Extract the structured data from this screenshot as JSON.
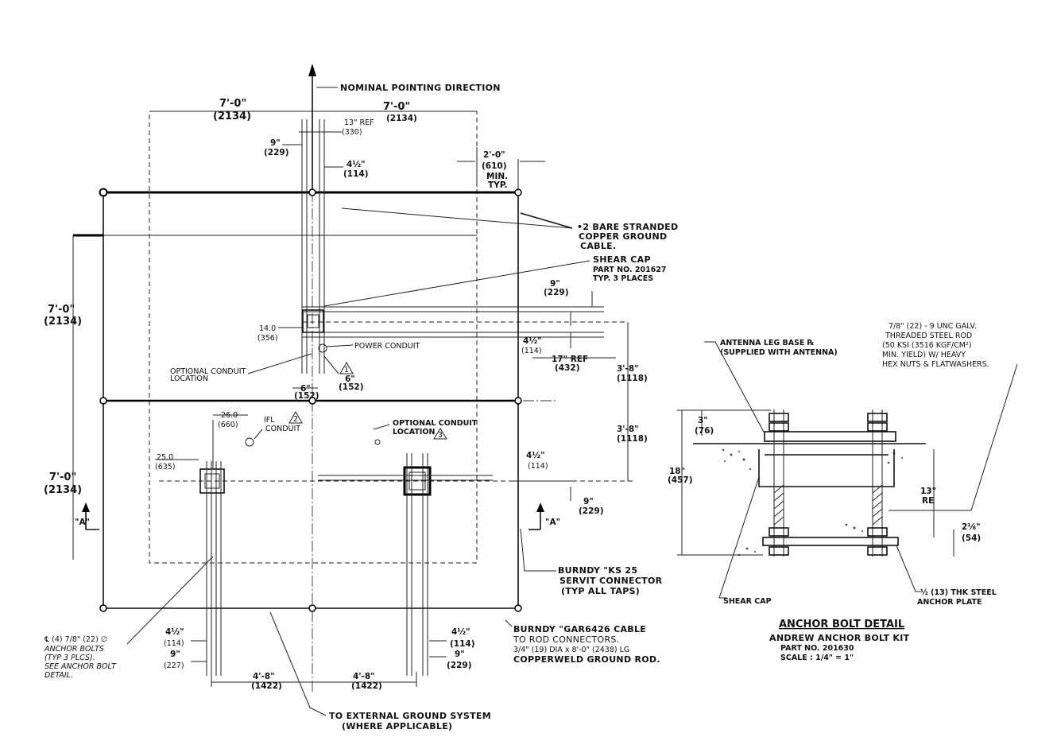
{
  "plan": {
    "pointing_direction": "NOMINAL POINTING DIRECTION",
    "dim_left_top": "7'-0\"",
    "dim_left_top_mm": "(2134)",
    "dim_right_top": "7'-0\"",
    "dim_right_top_mm": "(2134)",
    "dim_13_ref": "13\" REF",
    "dim_13_ref_mm": "(330)",
    "dim_9_top": "9\"",
    "dim_9_top_mm": "(229)",
    "dim_4half_top": "4½\"",
    "dim_4half_top_mm": "(114)",
    "dim_2ft": "2'-0\"",
    "dim_2ft_mm": "(610)",
    "dim_2ft_min": "MIN.",
    "dim_2ft_typ": "TYP.",
    "ground_cable_1": "•2 BARE STRANDED",
    "ground_cable_2": "COPPER GROUND",
    "ground_cable_3": "CABLE.",
    "shear_cap_1": "SHEAR CAP",
    "shear_cap_2": "PART NO. 201627",
    "shear_cap_3": "TYP. 3 PLACES",
    "dim_left_upper": "7'-0\"",
    "dim_left_upper_mm": "(2134)",
    "dim_left_lower": "7'-0\"",
    "dim_left_lower_mm": "(2134)",
    "dim_14": "14.0",
    "dim_14_mm": "(356)",
    "power_conduit": "POWER CONDUIT",
    "dim_6_a": "6\"",
    "dim_6_a_mm": "(152)",
    "dim_6_b": "6\"",
    "dim_6_b_mm": "(152)",
    "optional_conduit_1_a": "OPTIONAL CONDUIT",
    "optional_conduit_1_b": "LOCATION",
    "dim_9_right": "9\"",
    "dim_9_right_mm": "(229)",
    "dim_4half_right": "4½\"",
    "dim_4half_right_mm": "(114)",
    "dim_17_ref": "17\" REF",
    "dim_17_ref_mm": "(432)",
    "dim_3_8_a": "3'-8\"",
    "dim_3_8_a_mm": "(1118)",
    "dim_3_8_b": "3'-8\"",
    "dim_3_8_b_mm": "(1118)",
    "dim_26": "26.0",
    "dim_26_mm": "(660)",
    "ifl_conduit_1": "IFL",
    "ifl_conduit_2": "CONDUIT",
    "optional_conduit_2_a": "OPTIONAL CONDUIT",
    "optional_conduit_2_b": "LOCATION",
    "dim_25": "25.0",
    "dim_25_mm": "(635)",
    "dim_4half_mid": "4½\"",
    "dim_4half_mid_mm": "(114)",
    "dim_9_mid": "9\"",
    "dim_9_mid_mm": "(229)",
    "section_a_left": "\"A\"",
    "section_a_right": "\"A\"",
    "burndy_ks_1": "BURNDY \"KS 25",
    "burndy_ks_2": "SERVIT CONNECTOR",
    "burndy_ks_3": "(TYP ALL TAPS)",
    "anchor_note_1": "℄ (4) 7/8\" (22) ∅",
    "anchor_note_2": "ANCHOR BOLTS",
    "anchor_note_3": "(TYP 3 PLCS).",
    "anchor_note_4": "SEE ANCHOR BOLT",
    "anchor_note_5": "DETAIL.",
    "dim_4half_bl": "4½\"",
    "dim_4half_bl_mm": "(114)",
    "dim_9_bl": "9\"",
    "dim_9_bl_mm": "(227)",
    "dim_4half_br": "4½\"",
    "dim_4half_br_mm": "(114)",
    "dim_9_br": "9\"",
    "dim_9_br_mm": "(229)",
    "dim_4_8_a": "4'-8\"",
    "dim_4_8_a_mm": "(1422)",
    "dim_4_8_b": "4'-8\"",
    "dim_4_8_b_mm": "(1422)",
    "burndy_gar_1": "BURNDY \"GAR6426 CABLE",
    "burndy_gar_2": "TO ROD CONNECTORS.",
    "burndy_gar_3": "3/4\" (19) DIA x 8'-0\" (2438) LG",
    "burndy_gar_4": "COPPERWELD GROUND ROD.",
    "ext_ground_1": "TO EXTERNAL GROUND SYSTEM",
    "ext_ground_2": "(WHERE APPLICABLE)",
    "badge_1": "1",
    "badge_2": "2",
    "badge_3": "3"
  },
  "detail": {
    "leg_base_1": "ANTENNA LEG BASE ℞",
    "leg_base_2": "(SUPPLIED WITH ANTENNA)",
    "rod_1": "7/8\" (22) - 9 UNC GALV.",
    "rod_2": "THREADED STEEL ROD",
    "rod_3": "(50 KSI (3516 KGF/CM²)",
    "rod_4": "MIN. YIELD) W/ HEAVY",
    "rod_5": "HEX NUTS & FLATWASHERS.",
    "dim_3": "3\"",
    "dim_3_mm": "(76)",
    "dim_18": "18\"",
    "dim_18_mm": "(457)",
    "dim_13": "13\"",
    "dim_13_re": "RE",
    "dim_2_1_8": "2⅛\"",
    "dim_2_1_8_mm": "(54)",
    "shear_cap": "SHEAR CAP",
    "anchor_plate_1": "½ (13) THK STEEL",
    "anchor_plate_2": "ANCHOR PLATE",
    "title": "ANCHOR BOLT DETAIL",
    "sub_1": "ANDREW ANCHOR BOLT KIT",
    "sub_2": "PART NO. 201630",
    "sub_3": "SCALE : 1/4\" = 1\""
  }
}
